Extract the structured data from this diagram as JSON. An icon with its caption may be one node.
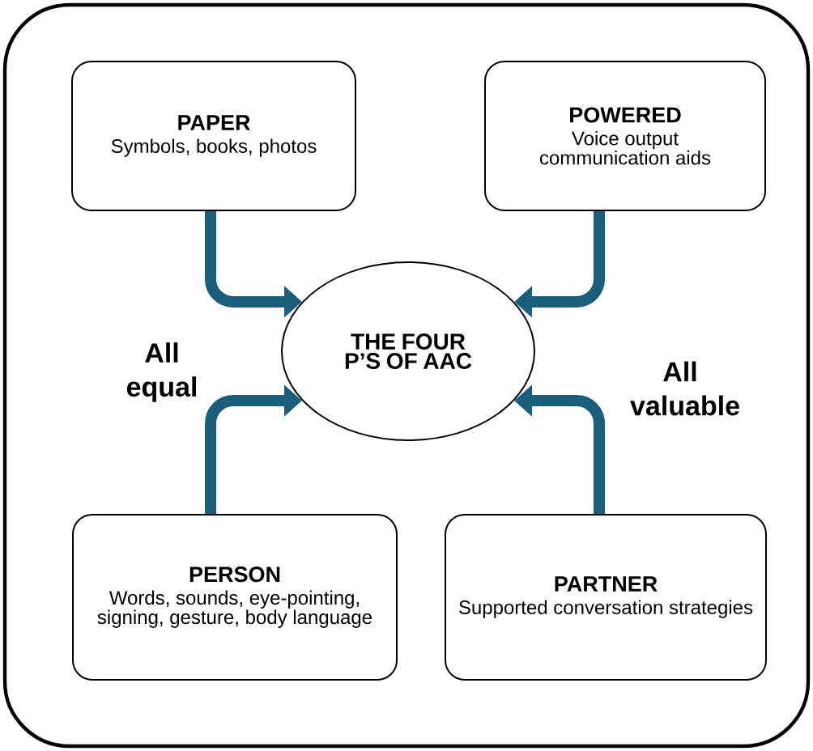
{
  "diagram": {
    "nodes": [
      {
        "text": [
          "PAPER",
          "Symbols, books, photos"
        ]
      },
      {
        "text": [
          "POWERED",
          "Voice output communication aids"
        ]
      },
      {
        "text": [
          "THE FOUR P’S OF AAC"
        ]
      },
      {
        "text": [
          "PERSON",
          "Words, sounds, eye-pointing, signing, gesture, body language"
        ]
      },
      {
        "text": [
          "PARTNER",
          "Supported conversation strategies"
        ]
      }
    ],
    "edges": [
      {
        "from": 0,
        "to": 2,
        "arrow": "to"
      },
      {
        "from": 1,
        "to": 2,
        "arrow": "to"
      },
      {
        "from": 3,
        "to": 2,
        "arrow": "to"
      },
      {
        "from": 4,
        "to": 2,
        "arrow": "to"
      }
    ],
    "labels": [
      "All equal",
      "All valuable"
    ]
  }
}
